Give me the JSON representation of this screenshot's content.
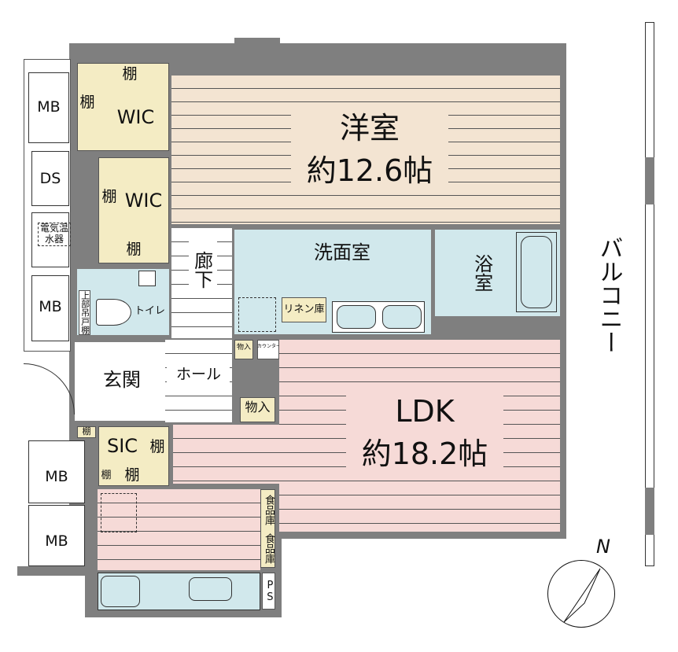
{
  "rooms": {
    "western": {
      "name": "洋室",
      "size": "約12.6帖"
    },
    "wic1": {
      "name": "WIC",
      "shelf_top": "棚",
      "shelf_left": "棚"
    },
    "wic2": {
      "name": "WIC",
      "shelf_left": "棚",
      "shelf_bottom": "棚"
    },
    "corridor": {
      "name": "廊下"
    },
    "washroom": {
      "name": "洗面室"
    },
    "bath": {
      "name": "浴室"
    },
    "toilet": {
      "name": "トイレ",
      "upper_shelf": "上部吊戸棚"
    },
    "linen": {
      "name": "リネン庫"
    },
    "storage1": {
      "name": "物入"
    },
    "counter": {
      "name": "カウンター"
    },
    "storage2": {
      "name": "物入"
    },
    "entrance": {
      "name": "玄関"
    },
    "hall": {
      "name": "ホール"
    },
    "ldk": {
      "name": "LDK",
      "size": "約18.2帖"
    },
    "sic": {
      "name": "SIC",
      "shelf_a": "棚",
      "shelf_b": "棚",
      "shelf_c": "棚",
      "shelf_d": "棚"
    },
    "pantry1": {
      "name": "食品庫"
    },
    "pantry2": {
      "name": "食品庫"
    },
    "ps": {
      "name": "PS"
    },
    "balcony": {
      "name": "バルコニー"
    }
  },
  "utility": {
    "mb1": "MB",
    "ds": "DS",
    "water_heater": "電気温水器",
    "mb2": "MB",
    "mb3": "MB",
    "mb4": "MB"
  },
  "compass": {
    "label": "N"
  },
  "colors": {
    "wall": "#7f7f7f",
    "western": "#f3e4d2",
    "ldk": "#f6dad7",
    "wet": "#d1e8ec",
    "storage": "#f4ecc4"
  }
}
